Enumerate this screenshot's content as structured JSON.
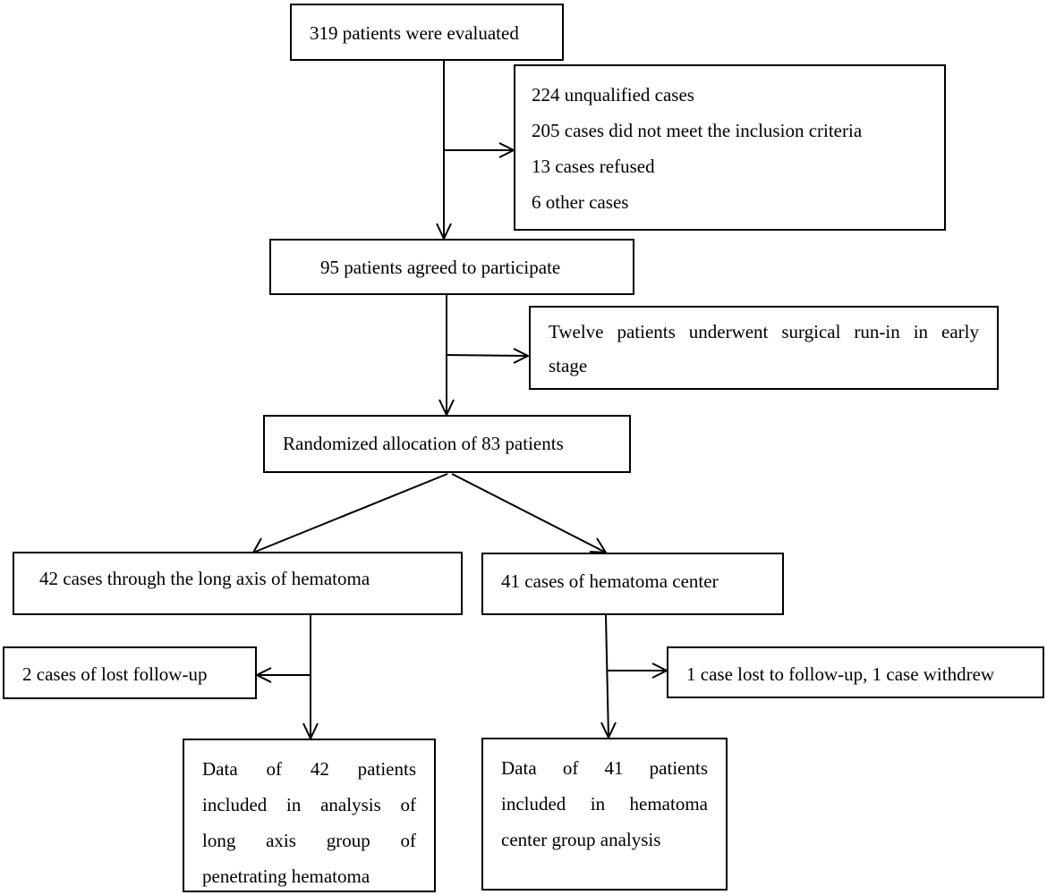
{
  "flow": {
    "evaluated": "319 patients were evaluated",
    "excluded": {
      "lines": [
        "224 unqualified cases",
        "205 cases did not meet the inclusion criteria",
        "13 cases refused",
        "6 other cases"
      ]
    },
    "agreed": "95 patients agreed to participate",
    "runin": {
      "lines": [
        "Twelve patients underwent surgical run-in in early",
        "stage"
      ]
    },
    "randomized": "Randomized allocation of 83 patients",
    "long_axis": "42 cases through the long axis of hematoma",
    "center": "41 cases of hematoma center",
    "lost_long": "2 cases of lost follow-up",
    "lost_center": "1 case lost to follow-up, 1 case withdrew",
    "analysis_long": {
      "lines": [
        "Data of 42 patients",
        "included in analysis of",
        "long axis group of",
        "penetrating hematoma"
      ]
    },
    "analysis_center": {
      "lines": [
        "Data of 41 patients",
        "included in hematoma",
        "center group analysis"
      ]
    }
  }
}
